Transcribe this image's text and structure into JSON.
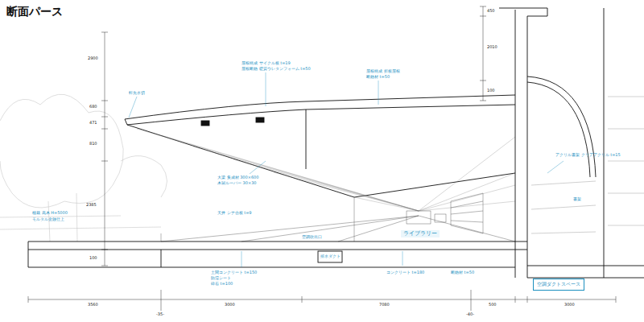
{
  "diagram": {
    "title": "断面パース",
    "nodes": [
      {
        "text": [
          "空調ダクトスペース"
        ]
      }
    ],
    "edges": [],
    "labels": [
      "2900",
      "680",
      "471",
      "810",
      "2385",
      "100",
      "3560",
      "3000",
      "7080",
      "500",
      "3000",
      "-35-",
      "-40-",
      "450",
      "2010",
      "100",
      "軒先水切",
      "屋根構成 サイクル板 t=19",
      "屋根断熱 硬質ウレタンフォーム t=50",
      "屋根構成 折板屋根",
      "断熱材 t=50",
      "大梁 集成材 300×600",
      "木製ルーバー 30×30",
      "天井 シナ合板 t=9",
      "排水ダクト",
      "空調吹出口",
      "ライブラリー",
      "アクリル書架 クリアアクリル t=15",
      "書架",
      "植栽 高木 H=5000",
      "モルタル金鏝仕上",
      "土間コンクリート t=150",
      "防湿シート",
      "砕石 t=100",
      "コンクリート t=180",
      "断熱材 t=50"
    ]
  }
}
